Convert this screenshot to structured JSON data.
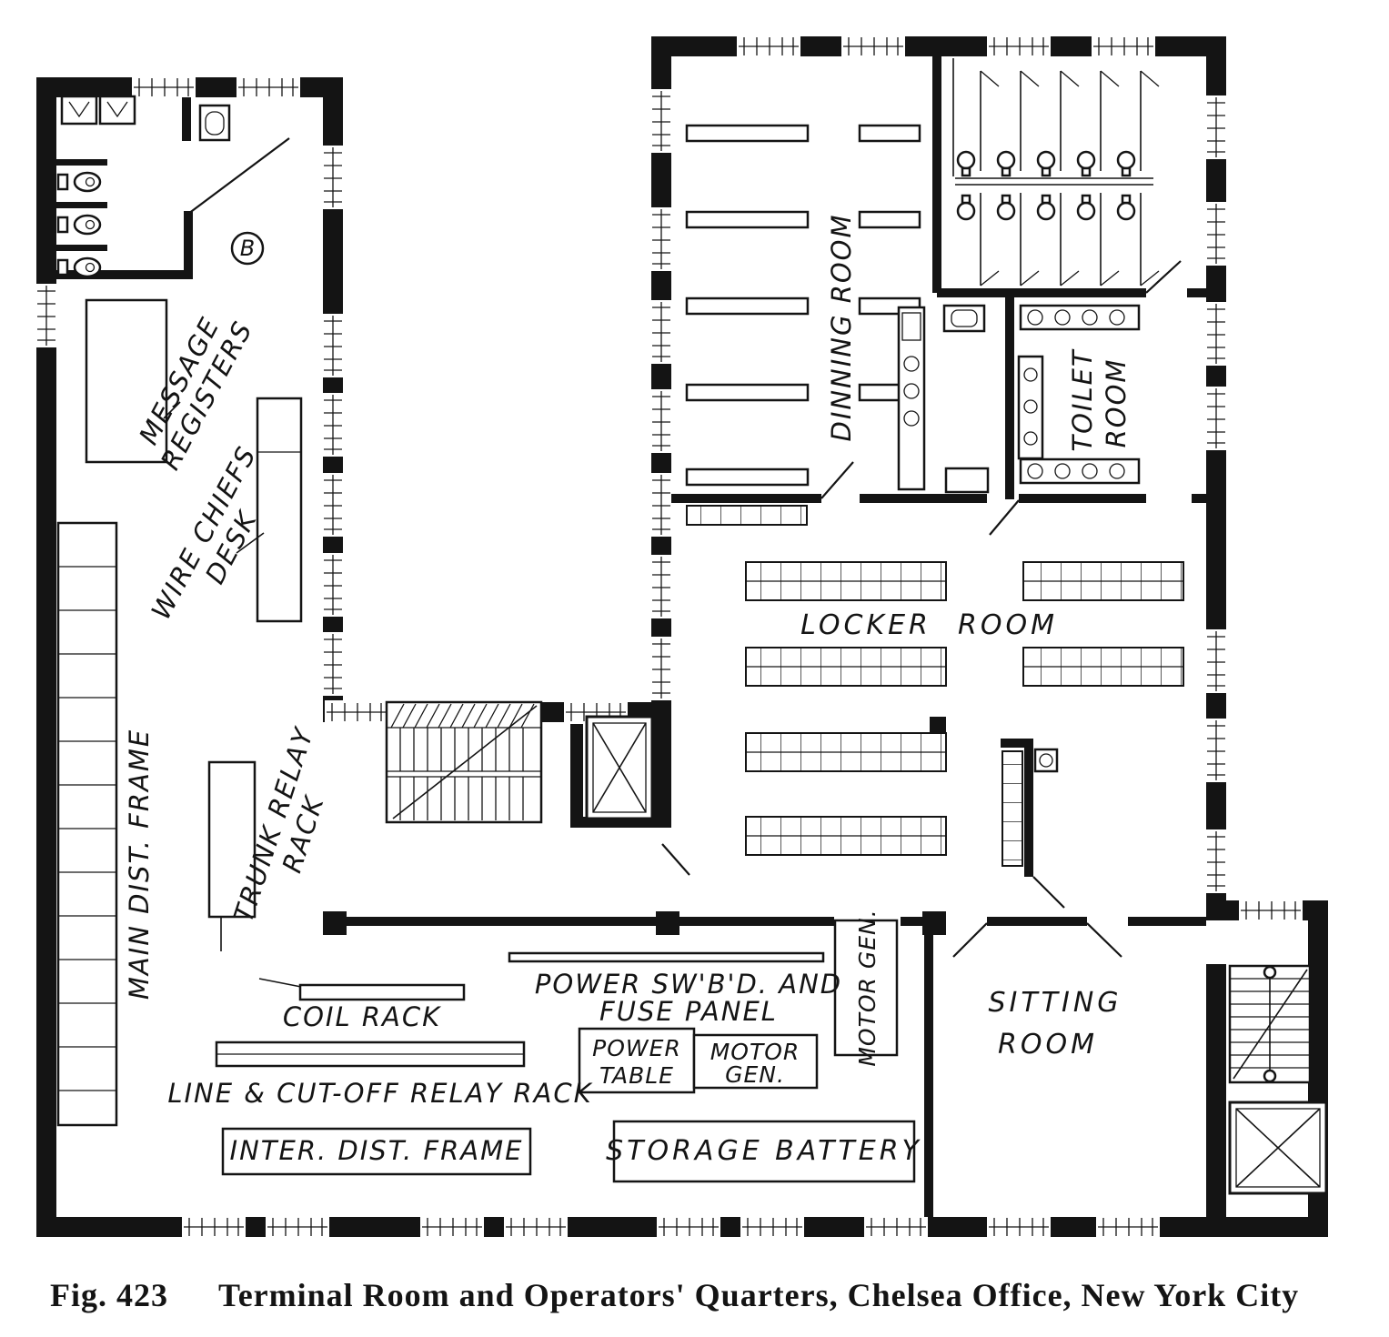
{
  "caption": {
    "fig": "Fig. 423",
    "title": "Terminal Room and Operators' Quarters, Chelsea Office, New York City"
  },
  "labels": {
    "marker_b": "B",
    "message_registers_1": "MESSAGE",
    "message_registers_2": "REGISTERS",
    "wire_chiefs_1": "WIRE CHIEFS",
    "wire_chiefs_2": "DESK",
    "main_dist_frame": "MAIN DIST. FRAME",
    "trunk_relay_1": "TRUNK RELAY",
    "trunk_relay_2": "RACK",
    "dining_room": "DINNING ROOM",
    "toilet_1": "TOILET",
    "toilet_2": "ROOM",
    "locker_1": "LOCKER",
    "locker_2": "ROOM",
    "sitting_1": "SITTING",
    "sitting_2": "ROOM",
    "coil_rack": "COIL RACK",
    "power_swbd_1": "POWER SW'B'D. AND",
    "power_swbd_2": "FUSE PANEL",
    "motor_gen_vert": "MOTOR GEN.",
    "power_table_1": "POWER",
    "power_table_2": "TABLE",
    "motor_gen_1": "MOTOR",
    "motor_gen_2": "GEN.",
    "line_cutoff": "LINE & CUT-OFF RELAY RACK",
    "inter_dist_frame": "INTER. DIST. FRAME",
    "storage_battery": "STORAGE BATTERY"
  }
}
